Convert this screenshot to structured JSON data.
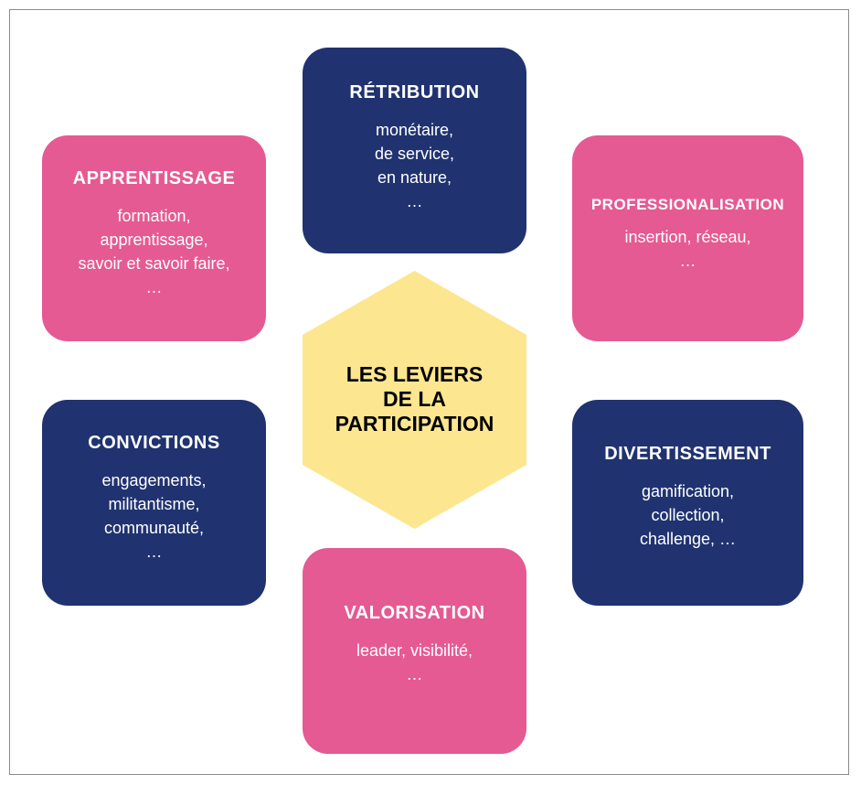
{
  "center": {
    "lines": [
      "LES LEVIERS",
      "DE LA",
      "PARTICIPATION"
    ]
  },
  "colors": {
    "pink": "#e55a93",
    "navy": "#203370",
    "yellow": "#fce68f"
  },
  "boxes": {
    "retribution": {
      "title": "RÉTRIBUTION",
      "lines": [
        "monétaire,",
        "de service,",
        "en nature,",
        "…"
      ]
    },
    "apprentissage": {
      "title": "APPRENTISSAGE",
      "lines": [
        "formation,",
        "apprentissage,",
        "savoir et savoir faire,",
        "…"
      ]
    },
    "professionalisation": {
      "title": "PROFESSIONALISATION",
      "lines": [
        "insertion, réseau,",
        "…"
      ]
    },
    "convictions": {
      "title": "CONVICTIONS",
      "lines": [
        "engagements,",
        "militantisme,",
        "communauté,",
        "…"
      ]
    },
    "divertissement": {
      "title": "DIVERTISSEMENT",
      "lines": [
        "gamification,",
        "collection,",
        "challenge, …"
      ]
    },
    "valorisation": {
      "title": "VALORISATION",
      "lines": [
        "leader, visibilité,",
        "…"
      ]
    }
  }
}
